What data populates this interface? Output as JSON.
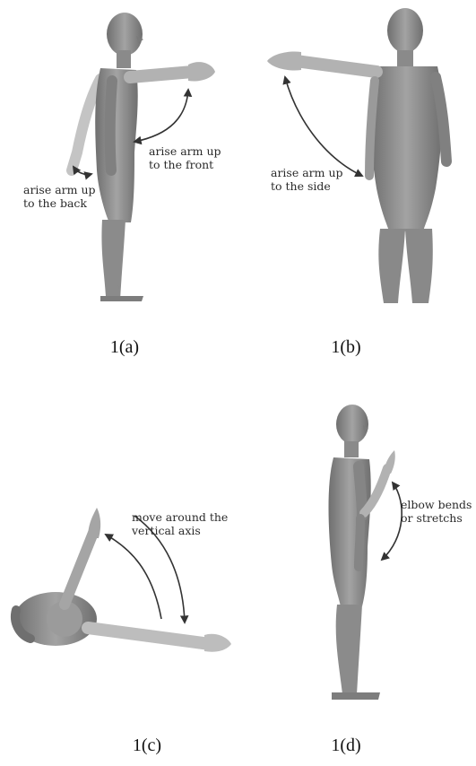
{
  "panels": [
    {
      "caption": "1(a)",
      "annotations": [
        {
          "id": "front",
          "text": "arise arm up\nto the front"
        },
        {
          "id": "back",
          "text": "arise arm up\nto the back"
        }
      ]
    },
    {
      "caption": "1(b)",
      "annotations": [
        {
          "id": "side",
          "text": "arise arm up\nto the side"
        }
      ]
    },
    {
      "caption": "1(c)",
      "annotations": [
        {
          "id": "vertical",
          "text": "move around the\nvertical axis"
        }
      ]
    },
    {
      "caption": "1(d)",
      "annotations": [
        {
          "id": "elbow",
          "text": "elbow bends\nor stretchs"
        }
      ]
    }
  ],
  "colors": {
    "figure_fill": "#8d8d8d",
    "figure_shade": "#6b6b6b",
    "arm_ghost": "#bdbdbd",
    "arrow": "#333333"
  }
}
